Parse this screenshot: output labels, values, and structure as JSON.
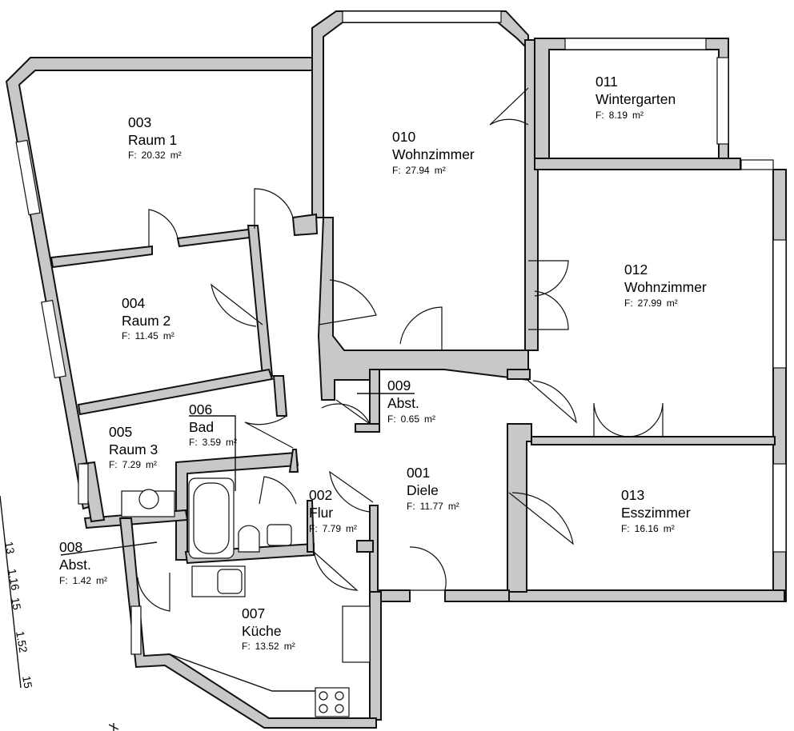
{
  "rooms": [
    {
      "id": "003",
      "name": "Raum 1",
      "area_label": "F:",
      "area": "20.32",
      "unit": "m²"
    },
    {
      "id": "004",
      "name": "Raum 2",
      "area_label": "F:",
      "area": "11.45",
      "unit": "m²"
    },
    {
      "id": "005",
      "name": "Raum 3",
      "area_label": "F:",
      "area": "7.29",
      "unit": "m²"
    },
    {
      "id": "006",
      "name": "Bad",
      "area_label": "F:",
      "area": "3.59",
      "unit": "m²"
    },
    {
      "id": "008",
      "name": "Abst.",
      "area_label": "F:",
      "area": "1.42",
      "unit": "m²"
    },
    {
      "id": "007",
      "name": "Küche",
      "area_label": "F:",
      "area": "13.52",
      "unit": "m²"
    },
    {
      "id": "002",
      "name": "Flur",
      "area_label": "F:",
      "area": "7.79",
      "unit": "m²"
    },
    {
      "id": "001",
      "name": "Diele",
      "area_label": "F:",
      "area": "11.77",
      "unit": "m²"
    },
    {
      "id": "009",
      "name": "Abst.",
      "area_label": "F:",
      "area": "0.65",
      "unit": "m²"
    },
    {
      "id": "010",
      "name": "Wohnzimmer",
      "area_label": "F:",
      "area": "27.94",
      "unit": "m²"
    },
    {
      "id": "011",
      "name": "Wintergarten",
      "area_label": "F:",
      "area": "8.19",
      "unit": "m²"
    },
    {
      "id": "012",
      "name": "Wohnzimmer",
      "area_label": "F:",
      "area": "27.99",
      "unit": "m²"
    },
    {
      "id": "013",
      "name": "Esszimmer",
      "area_label": "F:",
      "area": "16.16",
      "unit": "m²"
    }
  ],
  "dimensions": [
    "13",
    "1.16",
    "15",
    "1.52",
    "15"
  ]
}
